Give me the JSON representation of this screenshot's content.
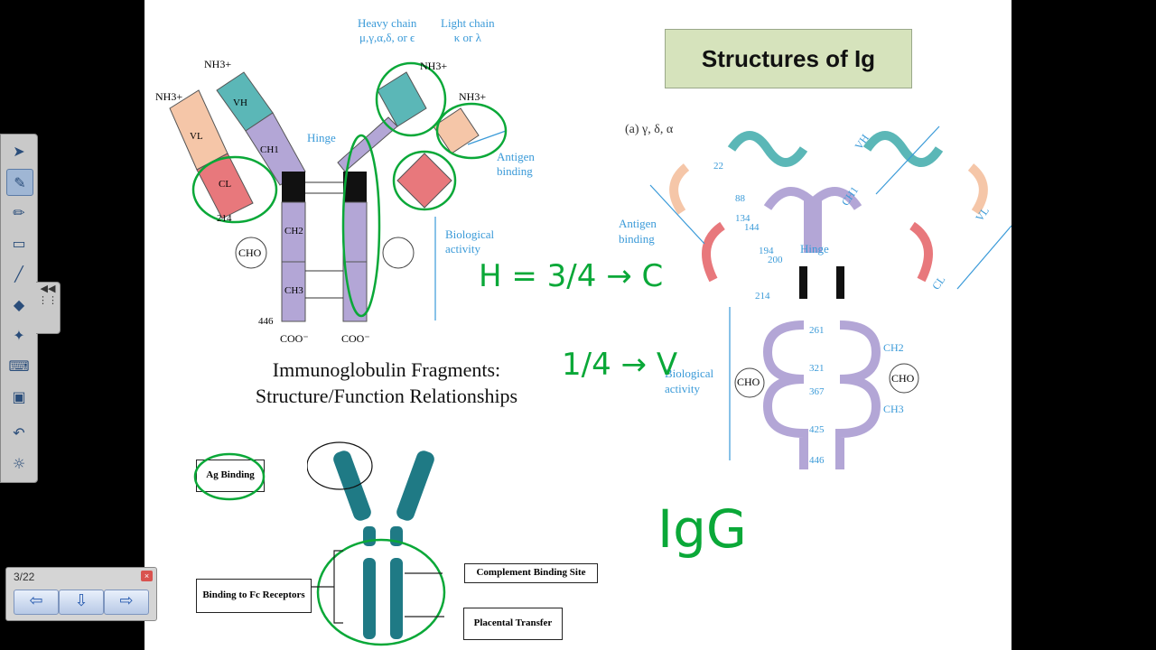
{
  "slide": {
    "title": "Structures of Ig",
    "caption_line1": "Immunoglobulin Fragments:",
    "caption_line2": "Structure/Function Relationships",
    "left_figure": {
      "heavy_chain_label": "Heavy chain",
      "heavy_chain_types": "μ,γ,α,δ, or ϵ",
      "light_chain_label": "Light chain",
      "light_chain_types": "κ or λ",
      "hinge": "Hinge",
      "antigen_binding": "Antigen binding",
      "biological_activity": "Biological activity",
      "nh3_1": "NH3+",
      "nh3_2": "NH3+",
      "nh3_3": "NH3+",
      "nh3_4": "NH3+",
      "vl": "VL",
      "vh": "VH",
      "ch1": "CH1",
      "cl": "CL",
      "ch2": "CH2",
      "ch3": "CH3",
      "cho": "CHO",
      "coo1": "COO⁻",
      "coo2": "COO⁻",
      "n214": "214",
      "n446": "446"
    },
    "right_figure": {
      "panel_label": "(a) γ, δ, α",
      "antigen_binding": "Antigen binding",
      "biological_activity": "Biological activity",
      "hinge": "Hinge",
      "cho": "CHO",
      "ch1": "CH1",
      "ch2": "CH2",
      "ch3": "CH3",
      "vh": "VH",
      "vl": "VL",
      "cl": "CL",
      "numbers": [
        "22",
        "88",
        "134",
        "144",
        "194",
        "200",
        "214",
        "261",
        "321",
        "367",
        "425",
        "446"
      ]
    },
    "bottom_figure": {
      "ag_binding": "Ag Binding",
      "fc_receptors": "Binding to Fc Receptors",
      "complement": "Complement Binding Site",
      "placental": "Placental Transfer"
    },
    "handwriting": {
      "fraction1": "H = 3/4 → C",
      "fraction2": "1/4 → V",
      "igg": "IgG"
    }
  },
  "toolbar": {
    "tools": [
      "pointer-icon",
      "pen-icon",
      "highlighter-icon",
      "eraser-icon",
      "line-icon",
      "shape-icon",
      "magic-pen-icon",
      "keyboard-icon",
      "notes-icon",
      "undo-icon",
      "settings-icon"
    ]
  },
  "pager": {
    "page_count": "3/22",
    "close": "×"
  },
  "colors": {
    "teal": "#5bb7b7",
    "peach": "#f5c6a8",
    "red": "#e8787c",
    "lavender": "#b3a6d6",
    "ink_green": "#0aa838",
    "slide_bg": "#ffffff",
    "title_bg": "#d6e3bc"
  }
}
